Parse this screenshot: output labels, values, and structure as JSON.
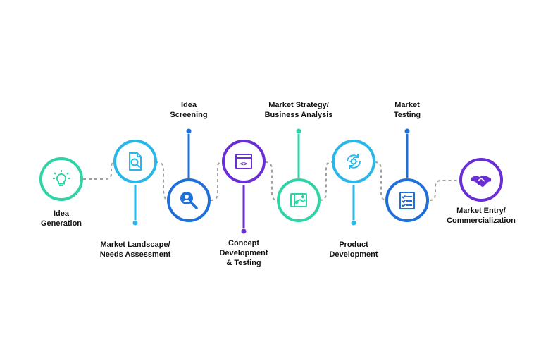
{
  "colors": {
    "idea_generation": "#2ed3a6",
    "market_landscape": "#29b6e8",
    "idea_screening": "#1e6fd9",
    "concept": "#6a2ed6",
    "market_strategy": "#2ed3a6",
    "product_development": "#29b6e8",
    "market_testing": "#1e6fd9",
    "market_entry": "#6a2ed6",
    "connector": "#9e9e9e"
  },
  "steps": [
    {
      "label": "Idea\nGeneration",
      "icon": "lightbulb-icon"
    },
    {
      "label": "Market Landscape/\nNeeds Assessment",
      "icon": "document-search-icon"
    },
    {
      "label": "Idea\nScreening",
      "icon": "magnifier-person-icon"
    },
    {
      "label": "Concept\nDevelopment\n& Testing",
      "icon": "code-window-icon"
    },
    {
      "label": "Market Strategy/\nBusiness Analysis",
      "icon": "strategy-map-icon"
    },
    {
      "label": "Product\nDevelopment",
      "icon": "gear-cycle-icon"
    },
    {
      "label": "Market\nTesting",
      "icon": "checklist-icon"
    },
    {
      "label": "Market Entry/\nCommercialization",
      "icon": "handshake-icon"
    }
  ]
}
